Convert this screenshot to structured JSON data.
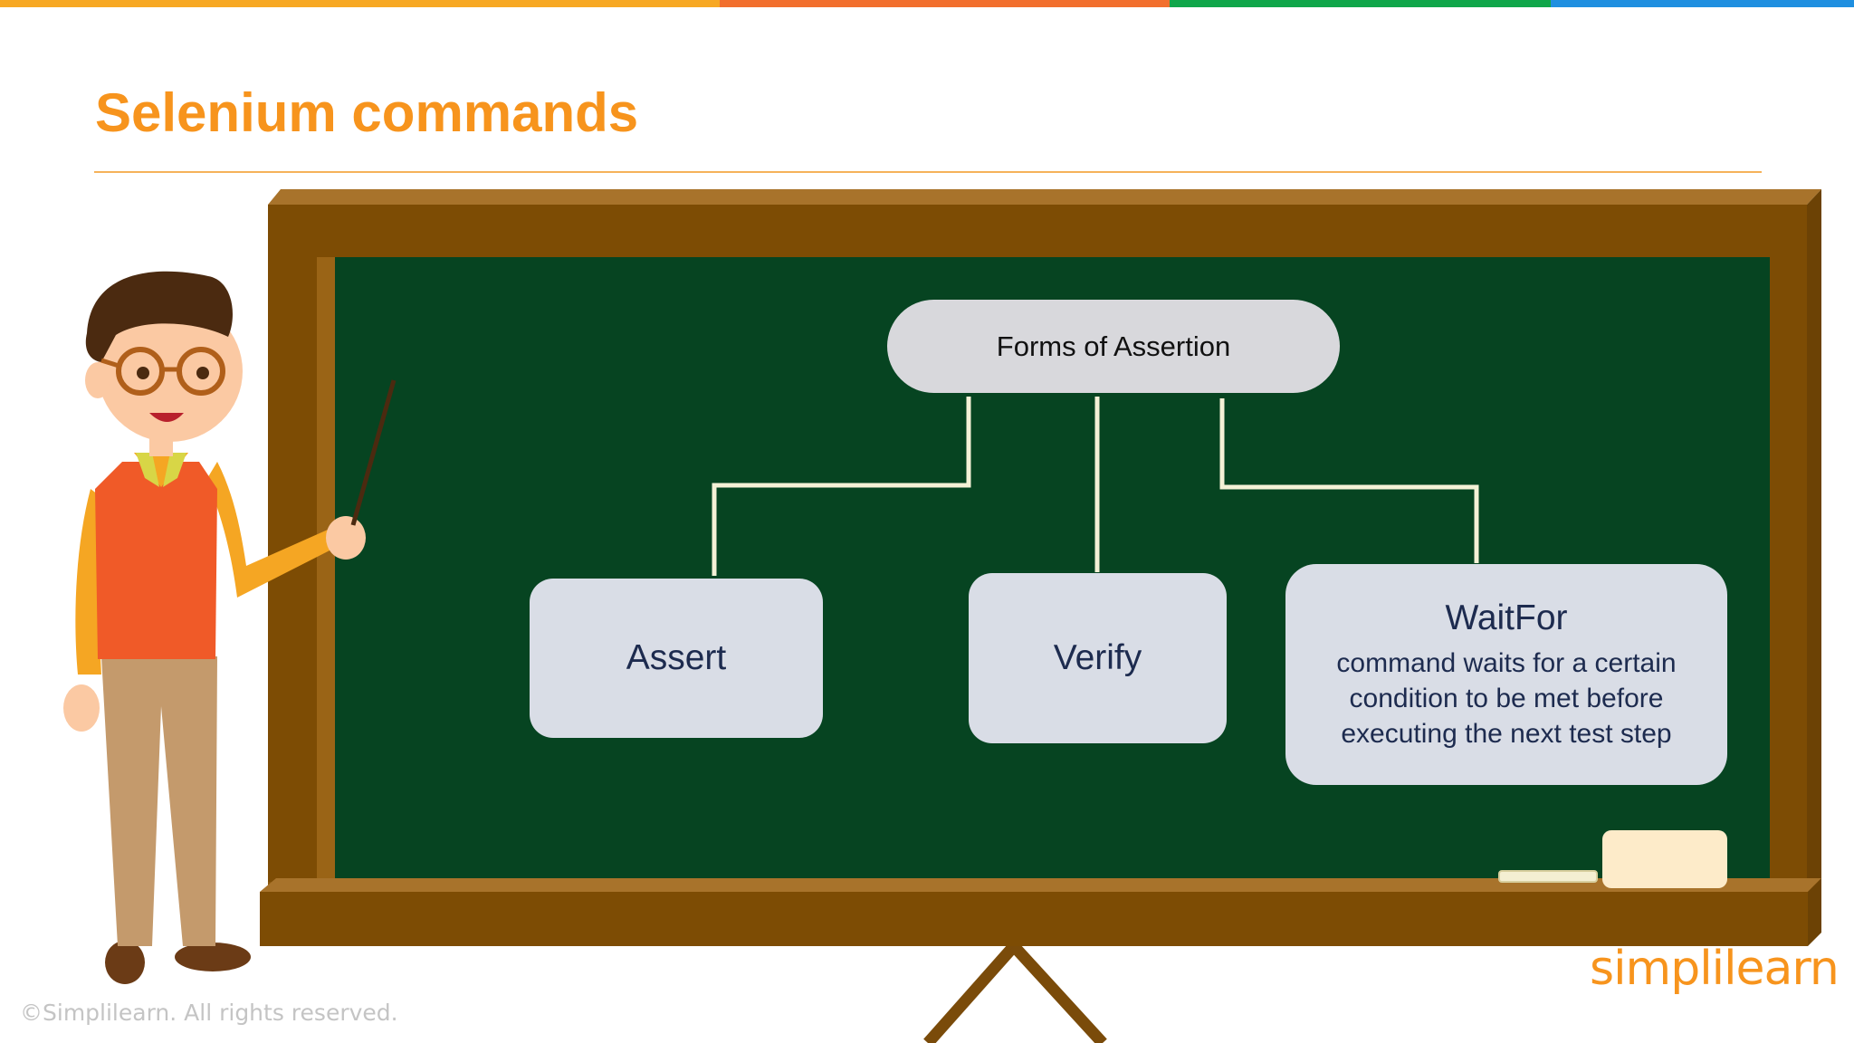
{
  "slide": {
    "title": "Selenium commands",
    "accent_color": "#f7941d",
    "top_bar_colors": [
      "#f7a823",
      "#f26f2d",
      "#10a64a",
      "#1f8fe0"
    ]
  },
  "diagram": {
    "root": "Forms of Assertion",
    "children": [
      {
        "label": "Assert"
      },
      {
        "label": "Verify"
      },
      {
        "label": "WaitFor",
        "description": "command waits for a certain condition to be met before executing the next test step"
      }
    ]
  },
  "footer": {
    "copyright": "©Simplilearn. All rights reserved.",
    "brand": "simplilearn"
  },
  "icons": [
    "teacher-illustration",
    "chalkboard",
    "pointer-stick",
    "chalk",
    "eraser"
  ]
}
